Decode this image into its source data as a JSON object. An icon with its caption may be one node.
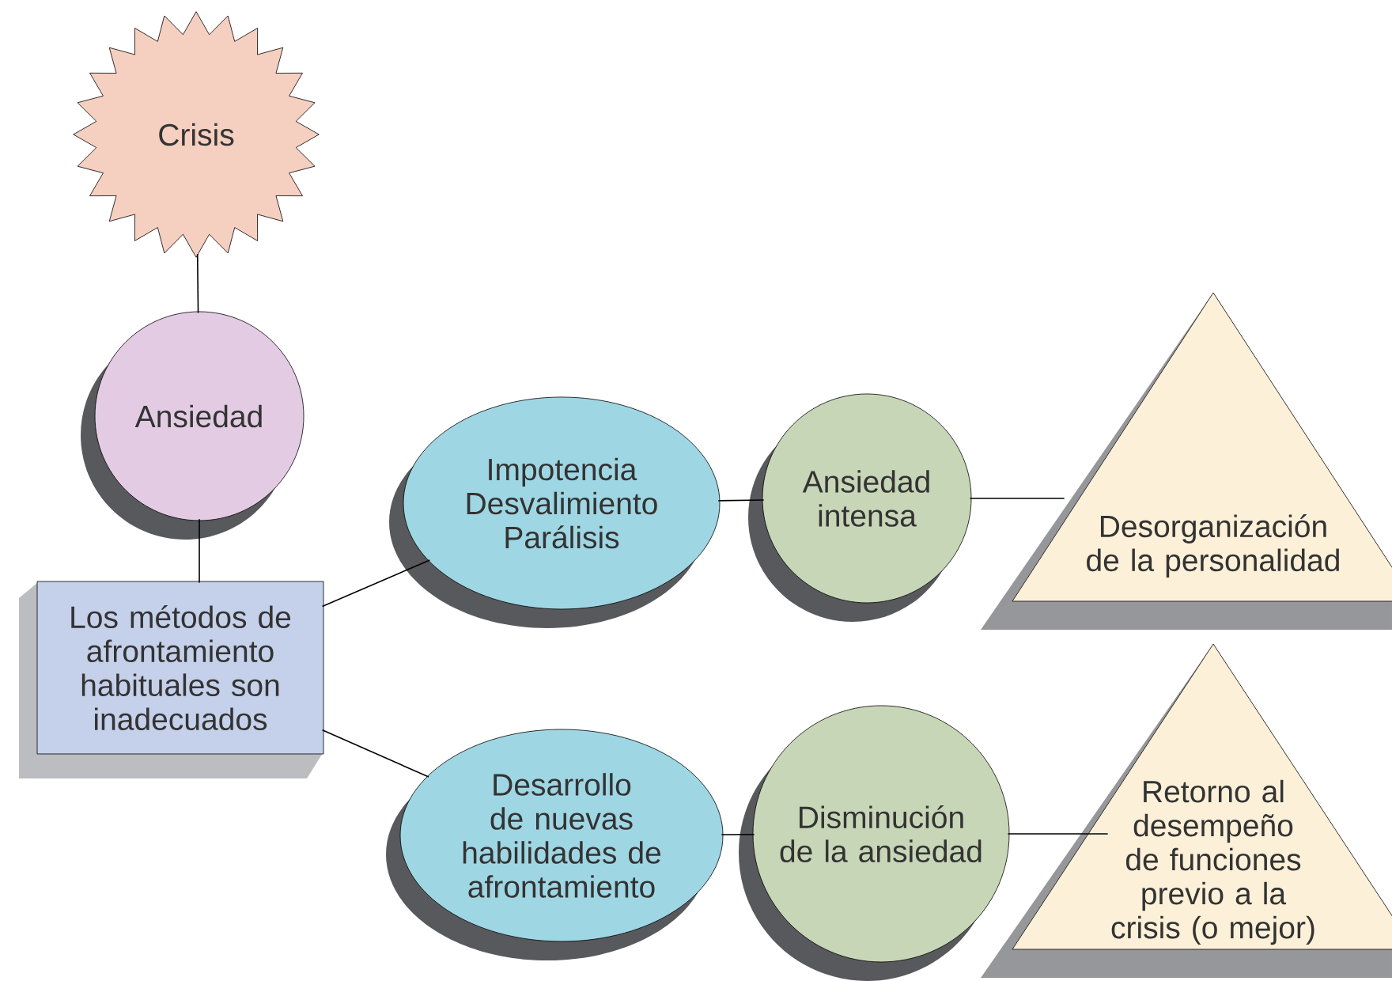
{
  "diagram": {
    "nodes": [
      {
        "text": [
          "Crisis"
        ]
      },
      {
        "text": [
          "Ansiedad"
        ]
      },
      {
        "text": [
          "Los métodos de afrontamiento habituales son inadecuados"
        ]
      },
      {
        "text": [
          "Impotencia Desvalimiento Parálisis"
        ]
      },
      {
        "text": [
          "Desarrollo de nuevas habilidades de afrontamiento"
        ]
      },
      {
        "text": [
          "Ansiedad intensa"
        ]
      },
      {
        "text": [
          "Disminución de la ansiedad"
        ]
      },
      {
        "text": [
          "Desorganización de la personalidad"
        ]
      },
      {
        "text": [
          "Retorno al desempeño de funciones previo a la crisis (o mejor)"
        ]
      }
    ],
    "edges": [
      {
        "from": 0,
        "to": 1,
        "arrow": "none"
      },
      {
        "from": 1,
        "to": 2,
        "arrow": "none"
      },
      {
        "from": 2,
        "to": 3,
        "arrow": "none"
      },
      {
        "from": 2,
        "to": 4,
        "arrow": "none"
      },
      {
        "from": 3,
        "to": 5,
        "arrow": "none"
      },
      {
        "from": 4,
        "to": 6,
        "arrow": "none"
      },
      {
        "from": 5,
        "to": 7,
        "arrow": "none"
      },
      {
        "from": 6,
        "to": 8,
        "arrow": "none"
      }
    ]
  }
}
